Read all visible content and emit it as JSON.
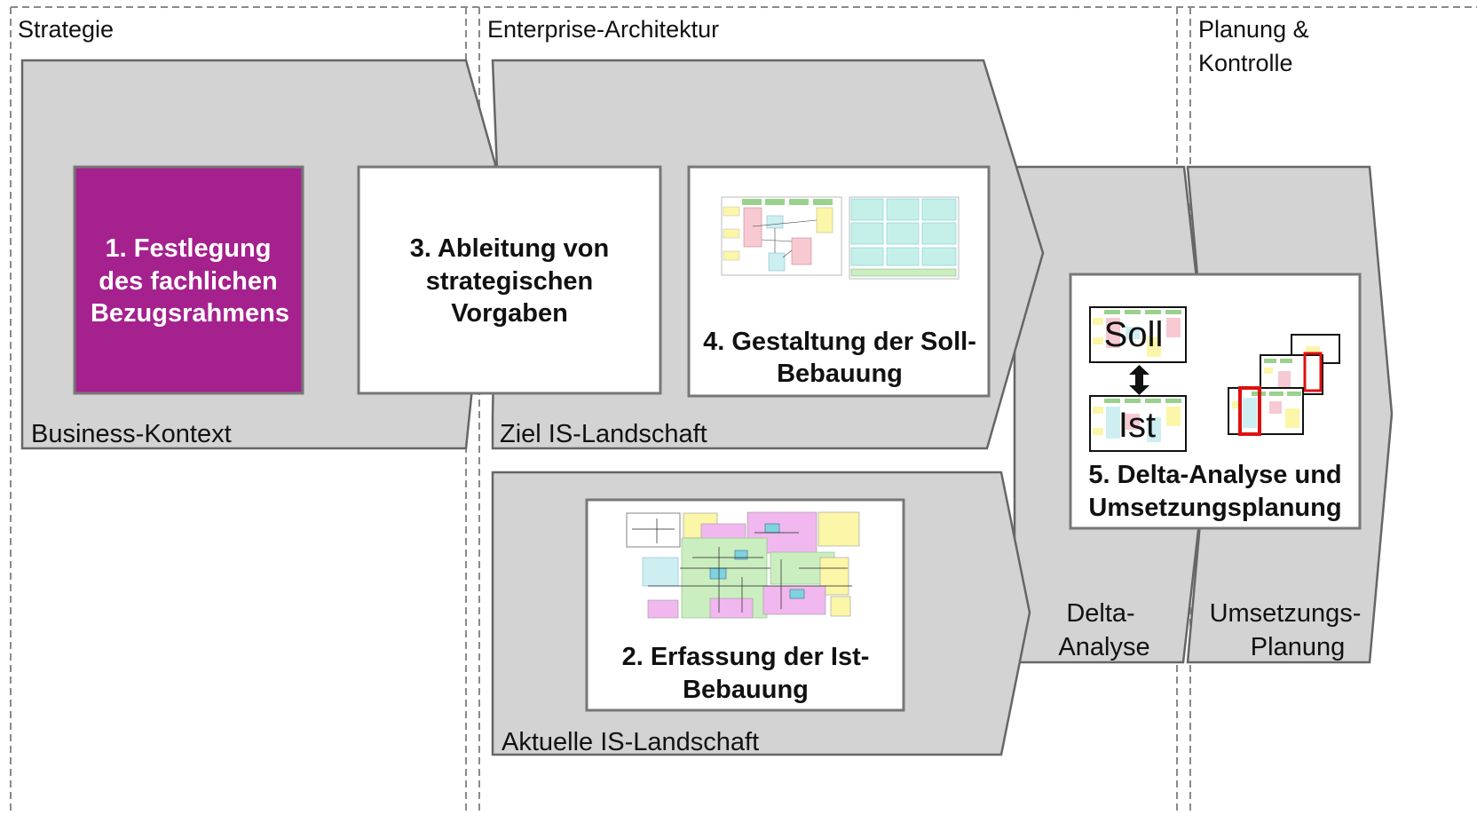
{
  "lanes": {
    "strategy": "Strategie",
    "ea": "Enterprise-Architektur",
    "planning_line1": "Planung &",
    "planning_line2": "Kontrolle"
  },
  "shapes": {
    "business_context": "Business-Kontext",
    "target_landscape": "Ziel IS-Landschaft",
    "current_landscape": "Aktuelle IS-Landschaft",
    "delta_line1": "Delta-",
    "delta_line2": "Analyse",
    "impl_line1": "Umsetzungs-",
    "impl_line2": "Planung"
  },
  "boxes": {
    "step1": [
      "1. Festlegung",
      "des fachlichen",
      "Bezugsrahmens"
    ],
    "step3": [
      "3. Ableitung von",
      "strategischen",
      "Vorgaben"
    ],
    "step4": [
      "4. Gestaltung der Soll-",
      "Bebauung"
    ],
    "step2": [
      "2. Erfassung der Ist-",
      "Bebauung"
    ],
    "step5": [
      "5. Delta-Analyse und",
      "Umsetzungsplanung"
    ]
  },
  "overlays": {
    "soll": "Soll",
    "ist": "Ist"
  },
  "colors": {
    "shape_fill": "#d3d3d3",
    "highlight_box": "#a5218d",
    "lane_border": "#8a8a8a",
    "cyan": "#cdeff2",
    "pink": "#f6c9d3",
    "yellow": "#fbf6a8",
    "green": "#cbeec0",
    "magenta": "#f0b8ee",
    "red_frame": "#dd1111"
  }
}
